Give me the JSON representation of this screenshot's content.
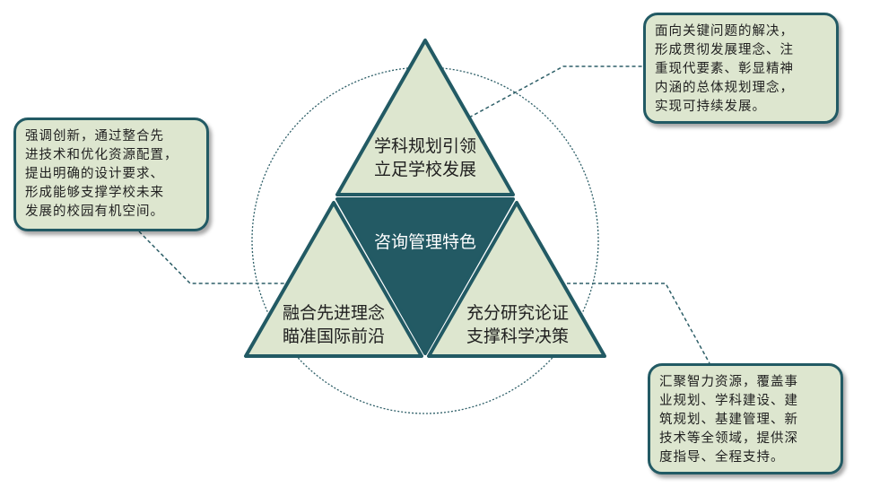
{
  "center": {
    "label": "咨询管理特色"
  },
  "triangles": {
    "top": {
      "line1": "学科规划引领",
      "line2": "立足学校发展"
    },
    "left": {
      "line1": "融合先进理念",
      "line2": "瞄准国际前沿"
    },
    "right": {
      "line1": "充分研究论证",
      "line2": "支撑科学决策"
    }
  },
  "callouts": {
    "top_right": {
      "lines": [
        "面向关键问题的解决，",
        "形成贯彻发展理念、注",
        "重现代要素、彰显精神",
        "内涵的总体规划理念，",
        "实现可持续发展。"
      ]
    },
    "left": {
      "lines": [
        "强调创新，通过整合先",
        "进技术和优化资源配置，",
        "提出明确的设计要求、",
        "形成能够支撑学校未来",
        "发展的校园有机空间。"
      ]
    },
    "bottom_right": {
      "lines": [
        "汇聚智力资源，覆盖事",
        "业规划、学科建设、建",
        "筑规划、基建管理、新",
        "技术等全领域，提供深",
        "度指导、全程支持。"
      ]
    }
  },
  "colors": {
    "triangle_fill": "#dde6cf",
    "center_fill": "#235a64",
    "border": "#225a64",
    "connector": "#2e5f68"
  }
}
